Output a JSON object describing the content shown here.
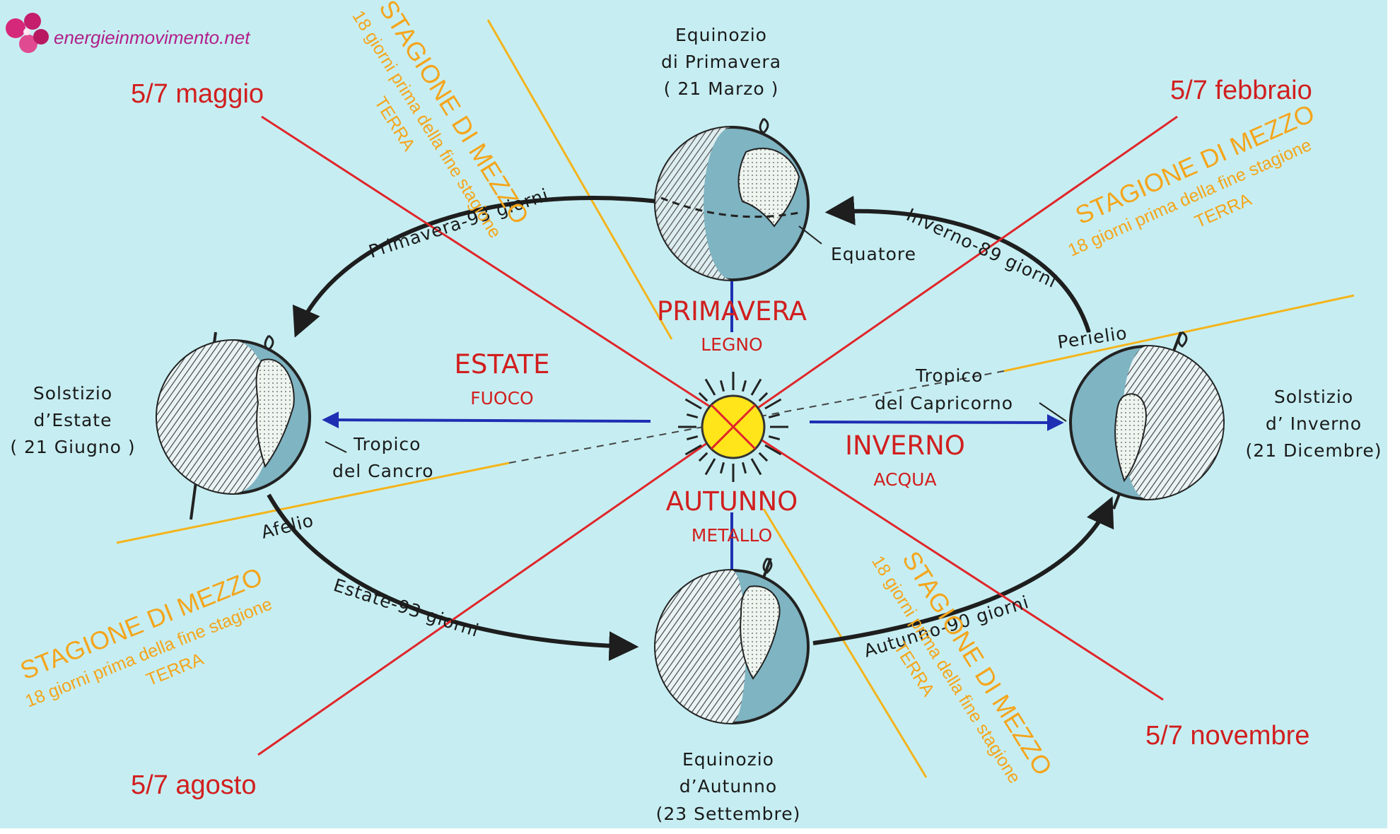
{
  "site": {
    "brand": "energieinmovimento.net"
  },
  "cardinal": {
    "spring": {
      "line1": "Equinozio",
      "line2": "di Primavera",
      "line3": "( 21 Marzo )"
    },
    "summer": {
      "line1": "Solstizio",
      "line2": "d’Estate",
      "line3": "( 21 Giugno )"
    },
    "autumn": {
      "line1": "Equinozio",
      "line2": "d’Autunno",
      "line3": "(23 Settembre)"
    },
    "winter": {
      "line1": "Solstizio",
      "line2": "d’ Inverno",
      "line3": "(21 Dicembre)"
    }
  },
  "orbit_labels": {
    "spring": "Primavera-93 giorni",
    "winter": "Inverno-89 giorni",
    "summer": "Estate-93 giorni",
    "autumn": "Autunno-90 giorni"
  },
  "points": {
    "equator": "Equatore",
    "perihelion": "Perielio",
    "aphelion": "Afelio",
    "tropic_cancer_1": "Tropico",
    "tropic_cancer_2": "del Cancro",
    "tropic_capricorn_1": "Tropico",
    "tropic_capricorn_2": "del Capricorno"
  },
  "seasons": {
    "spring": {
      "name": "PRIMAVERA",
      "element": "LEGNO"
    },
    "summer": {
      "name": "ESTATE",
      "element": "FUOCO"
    },
    "autumn": {
      "name": "AUTUNNO",
      "element": "METALLO"
    },
    "winter": {
      "name": "INVERNO",
      "element": "ACQUA"
    }
  },
  "dates": {
    "may": "5/7 maggio",
    "feb": "5/7 febbraio",
    "aug": "5/7 agosto",
    "nov": "5/7 novembre"
  },
  "middle_season": {
    "title": "STAGIONE DI MEZZO",
    "sub_a": "18 giorni prima della fine stagione",
    "sub_b": "18 giorni prima della fine  stagione",
    "earth": "TERRA"
  },
  "colors": {
    "background": "#c6eef2",
    "red_lines": "#e0262a",
    "orange_lines": "#f4b41c",
    "orbit": "#1e1e1e",
    "arrow_blue": "#1f2fb3",
    "sun": "#ffe51a",
    "globe_land": "#7fb4c2"
  }
}
